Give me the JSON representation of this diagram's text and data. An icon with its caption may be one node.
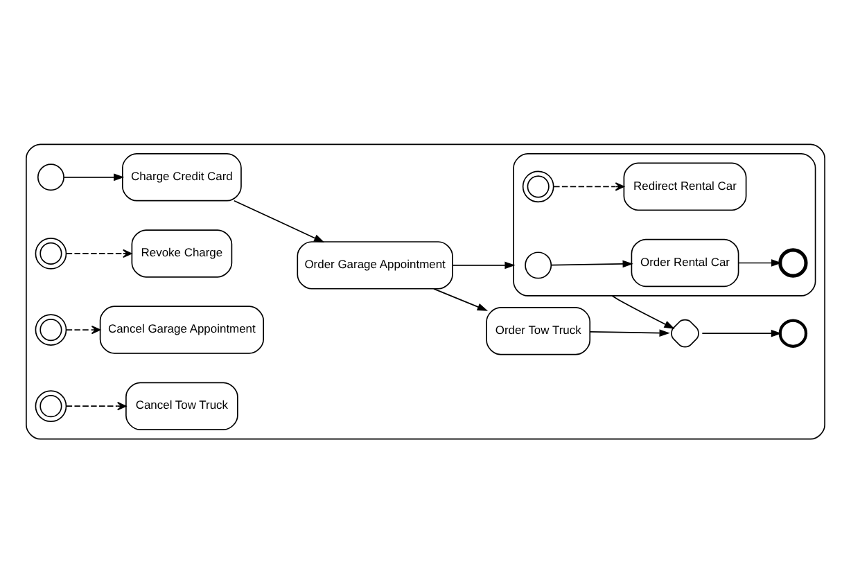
{
  "diagram": {
    "nodes": [
      {
        "text": [],
        "shape": "box"
      },
      {
        "text": [],
        "shape": "circle",
        "in": 0
      },
      {
        "text": [
          "Charge Credit Card"
        ],
        "in": 0
      },
      {
        "text": [],
        "shape": "circle",
        "in": 0
      },
      {
        "text": [
          "Revoke Charge"
        ],
        "in": 0
      },
      {
        "text": [
          "Order Garage Appointment"
        ],
        "in": 0
      },
      {
        "text": [],
        "shape": "circle",
        "in": 0
      },
      {
        "text": [
          "Cancel Garage Appointment"
        ],
        "in": 0
      },
      {
        "text": [
          "Order Tow Truck"
        ],
        "in": 0
      },
      {
        "text": [],
        "shape": "circle",
        "in": 0
      },
      {
        "text": [
          "Cancel Tow Truck"
        ],
        "in": 0
      },
      {
        "text": [],
        "shape": "box",
        "in": 0
      },
      {
        "text": [],
        "shape": "circle",
        "in": 11
      },
      {
        "text": [
          "Order Rental Car"
        ],
        "in": 11
      },
      {
        "text": [],
        "shape": "circle",
        "in": 11
      },
      {
        "text": [],
        "shape": "circle",
        "in": 11
      },
      {
        "text": [
          "Redirect Rental Car"
        ],
        "in": 11
      },
      {
        "text": [],
        "shape": "diamond",
        "in": 0
      },
      {
        "text": [],
        "shape": "circle",
        "in": 0
      }
    ],
    "edges": [
      {
        "from": 1,
        "to": 2,
        "arrow": "to"
      },
      {
        "from": 2,
        "to": 5,
        "arrow": "to"
      },
      {
        "from": 5,
        "to": 8,
        "arrow": "to"
      },
      {
        "from": 5,
        "to": 11,
        "arrow": "to"
      },
      {
        "from": 8,
        "to": 17,
        "arrow": "to"
      },
      {
        "from": 11,
        "to": 17,
        "arrow": "to"
      },
      {
        "from": 17,
        "to": 18,
        "arrow": "to"
      },
      {
        "from": 12,
        "to": 13,
        "arrow": "to"
      },
      {
        "from": 13,
        "to": 14,
        "arrow": "to"
      },
      {
        "from": 3,
        "to": 4,
        "arrow": "to",
        "style": "dashed"
      },
      {
        "from": 6,
        "to": 7,
        "arrow": "to",
        "style": "dashed"
      },
      {
        "from": 9,
        "to": 10,
        "arrow": "to",
        "style": "dashed"
      },
      {
        "from": 15,
        "to": 16,
        "arrow": "to",
        "style": "dashed"
      }
    ]
  }
}
